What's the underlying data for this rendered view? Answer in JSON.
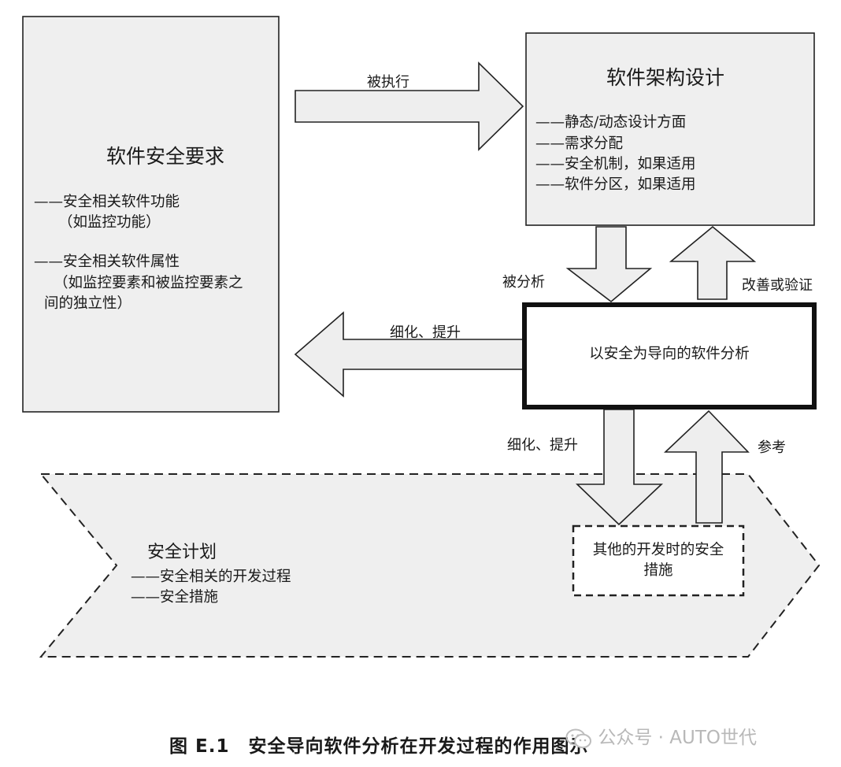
{
  "colors": {
    "box_fill": "#efefef",
    "arrow_fill": "#eeeeee",
    "stroke": "#222222",
    "watermark": "#b8b8b8"
  },
  "requirements_box": {
    "title": "软件安全要求",
    "items": [
      "——安全相关软件功能",
      "（如监控功能）",
      "——安全相关软件属性",
      "（如监控要素和被监控要素之",
      "间的独立性）"
    ]
  },
  "architecture_box": {
    "title": "软件架构设计",
    "items": [
      "——静态/动态设计方面",
      "——需求分配",
      "——安全机制，如果适用",
      "——软件分区，如果适用"
    ]
  },
  "analysis_box": {
    "title": "以安全为导向的软件分析"
  },
  "plan_band": {
    "title": "安全计划",
    "items": [
      "——安全相关的开发过程",
      "——安全措施"
    ]
  },
  "measures_box": {
    "lines": [
      "其他的开发时的安全",
      "措施"
    ]
  },
  "arrow_labels": {
    "executed": "被执行",
    "analyzed": "被分析",
    "improve_verify": "改善或验证",
    "refine_left": "细化、提升",
    "refine_down": "细化、提升",
    "reference": "参考"
  },
  "caption": "图 E.1　安全导向软件分析在开发过程的作用图示",
  "watermark": {
    "icon": "wechat-icon",
    "text": "公众号 · AUTO世代"
  }
}
